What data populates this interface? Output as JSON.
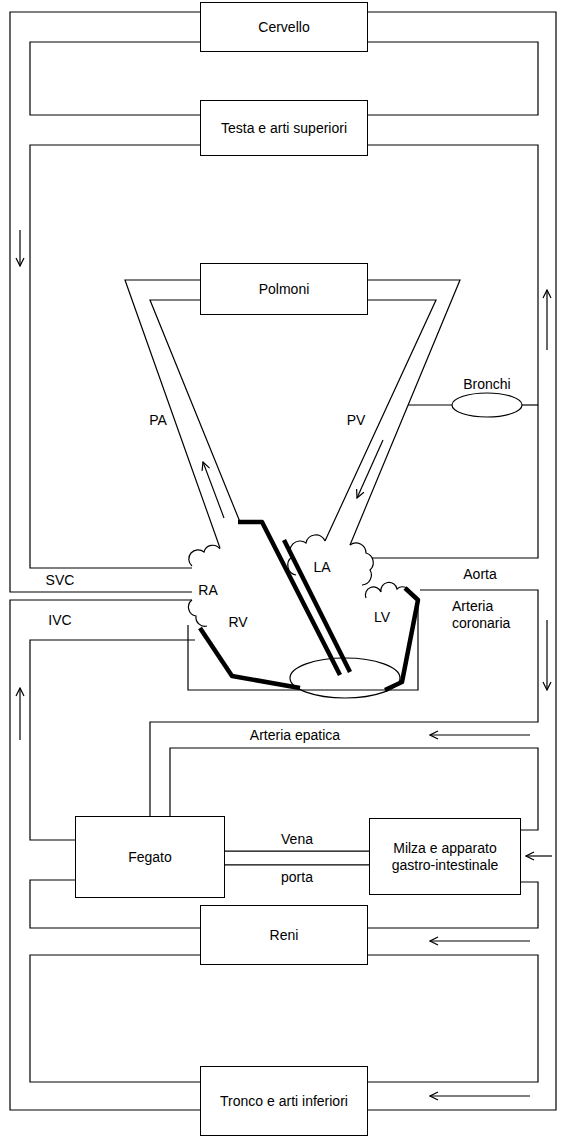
{
  "diagram": {
    "nodes": [
      {
        "text": [
          "Cervello"
        ]
      },
      {
        "text": [
          "Testa e arti superiori"
        ]
      },
      {
        "text": [
          "Polmoni"
        ]
      },
      {
        "text": [
          "Bronchi"
        ]
      },
      {
        "text": [
          "Fegato"
        ]
      },
      {
        "text": [
          "Milza e apparato gastro-intestinale"
        ]
      },
      {
        "text": [
          "Reni"
        ]
      },
      {
        "text": [
          "Tronco e arti inferiori"
        ]
      }
    ],
    "edges": [
      {
        "from": 5,
        "to": 4,
        "label": "Vena porta",
        "arrow": "none"
      }
    ],
    "labels": [
      "PA",
      "PV",
      "SVC",
      "RA",
      "RV",
      "LA",
      "LV",
      "Aorta",
      "IVC",
      "Arteria coronaria",
      "Arteria epatica"
    ]
  }
}
